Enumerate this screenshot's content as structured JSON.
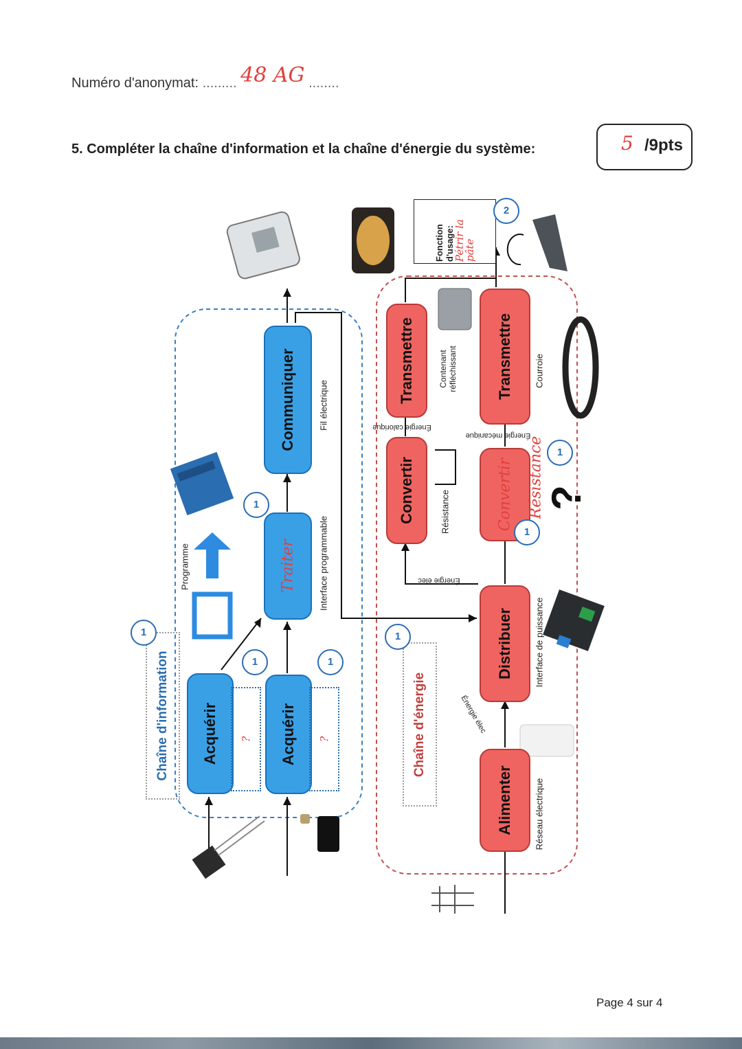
{
  "header": {
    "label": "Numéro d'anonymat:",
    "value": "48 AG"
  },
  "question": {
    "title": "5. Compléter la chaîne d'information et la chaîne d'énergie du système:"
  },
  "score": {
    "earned": "5",
    "total": "/9pts"
  },
  "info_chain": {
    "title": "Chaîne d'information",
    "blocks": {
      "acquerir1": "Acquérir",
      "acquerir2": "Acquérir",
      "traiter": "Traiter",
      "communiquer": "Communiquer"
    },
    "labels": {
      "programme": "Programme",
      "interface_prog": "Interface programmable",
      "fil": "Fil électrique"
    },
    "unknown1": "?",
    "unknown2": "?"
  },
  "energy_chain": {
    "title": "Chaîne d'énergie",
    "blocks": {
      "alimenter": "Alimenter",
      "distribuer": "Distribuer",
      "convertir_top": "Convertir",
      "transmettre_top": "Transmettre",
      "convertir_bottom": "Convertir",
      "transmettre_bottom": "Transmettre"
    },
    "labels": {
      "reseau": "Réseau électrique",
      "interface_puiss": "Interface de puissance",
      "resistance": "Résistance",
      "resistance_hand": "Résistance",
      "contenant": "Contenant réfléchissant",
      "courroie": "Courroie",
      "energie_elec1": "Énergie élec",
      "energie_elec2": "Énergie élec",
      "energie_calorique": "Énergie calorique",
      "energie_meca": "Énergie mécanique"
    },
    "usage_title": "Fonction d'usage:",
    "usage_value": "Pétrir la pâte"
  },
  "badges": {
    "b1": "1",
    "b2": "2"
  },
  "footer": {
    "page": "Page 4 sur 4"
  },
  "colors": {
    "info": "#3aa0e6",
    "energy": "#ef6461",
    "ink_red": "#e0403c"
  }
}
